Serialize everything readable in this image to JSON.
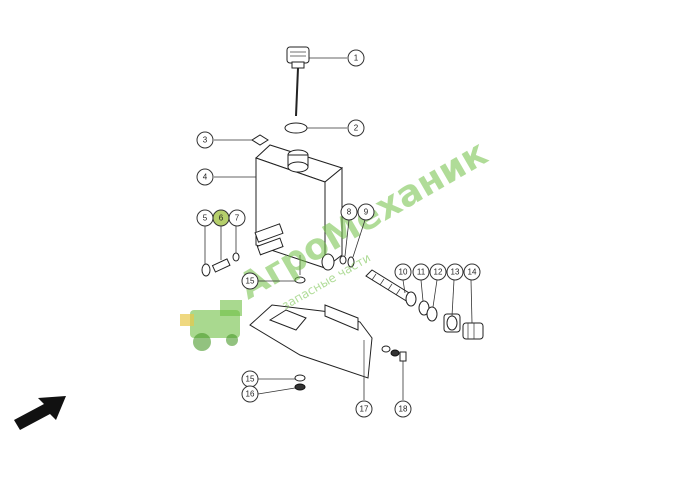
{
  "diagram": {
    "callouts": [
      {
        "id": "c1",
        "text": "1"
      },
      {
        "id": "c2",
        "text": "2"
      },
      {
        "id": "c3",
        "text": "3"
      },
      {
        "id": "c4",
        "text": "4"
      },
      {
        "id": "c5a",
        "text": "5"
      },
      {
        "id": "c6",
        "text": "6",
        "highlight_color": "#b5cf6b"
      },
      {
        "id": "c7",
        "text": "7"
      },
      {
        "id": "c8",
        "text": "8"
      },
      {
        "id": "c9",
        "text": "9"
      },
      {
        "id": "c10",
        "text": "10"
      },
      {
        "id": "c11",
        "text": "11"
      },
      {
        "id": "c12",
        "text": "12"
      },
      {
        "id": "c13",
        "text": "13"
      },
      {
        "id": "c14",
        "text": "14"
      },
      {
        "id": "c15a",
        "text": "15"
      },
      {
        "id": "c15b",
        "text": "15"
      },
      {
        "id": "c16",
        "text": "16"
      },
      {
        "id": "c17",
        "text": "17"
      },
      {
        "id": "c18",
        "text": "18"
      }
    ]
  },
  "watermark": {
    "title": "АгроМеханик",
    "subtitle": "запасные части",
    "color": "#6fbf44"
  },
  "arrow_icon": "direction-arrow-icon"
}
